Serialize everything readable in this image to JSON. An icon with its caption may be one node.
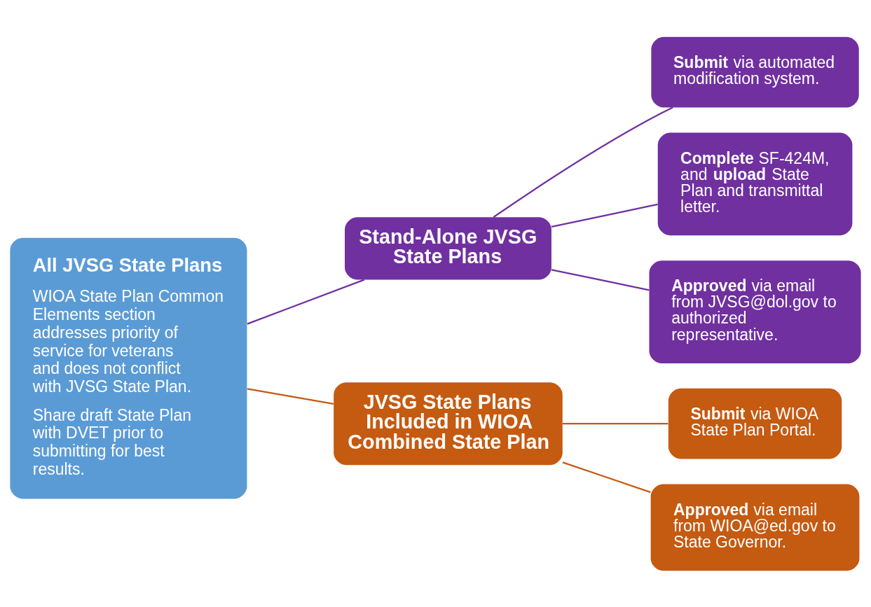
{
  "diagram": {
    "nodes": [
      {
        "text": [
          "All JVSG State Plans",
          "WIOA State Plan Common Elements section addresses priority of service for veterans and does not conflict with JVSG State Plan.",
          "Share draft State Plan with DVET prior to submitting for best results."
        ]
      },
      {
        "text": [
          "Stand-Alone JVSG State Plans"
        ]
      },
      {
        "text": [
          "JVSG State Plans Included in WIOA Combined State Plan"
        ]
      },
      {
        "text": [
          "**Submit** via automated modification system."
        ]
      },
      {
        "text": [
          "**Complete** SF-424M, and **upload** State Plan and transmittal letter."
        ]
      },
      {
        "text": [
          "**Approved** via email from JVSG@dol.gov to authorized representative."
        ]
      },
      {
        "text": [
          "**Submit** via WIOA State Plan Portal."
        ]
      },
      {
        "text": [
          "**Approved** via email from WIOA@ed.gov to State Governor."
        ]
      }
    ],
    "edges": [
      {
        "from": 0,
        "to": 1,
        "arrow": "none"
      },
      {
        "from": 0,
        "to": 2,
        "arrow": "none",
        "color": "#c55a11"
      },
      {
        "from": 1,
        "to": 3,
        "arrow": "none"
      },
      {
        "from": 1,
        "to": 4,
        "arrow": "none"
      },
      {
        "from": 1,
        "to": 5,
        "arrow": "none"
      },
      {
        "from": 2,
        "to": 6,
        "arrow": "none",
        "color": "#c55a11"
      },
      {
        "from": 2,
        "to": 7,
        "arrow": "none",
        "color": "#c55a11"
      }
    ]
  }
}
